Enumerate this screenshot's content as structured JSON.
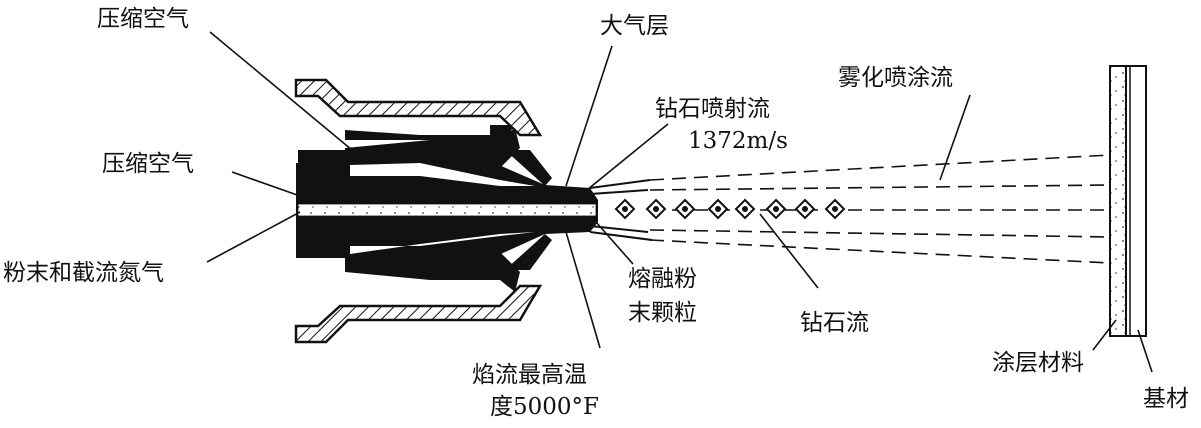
{
  "labels": {
    "compressed_air_top": "压缩空气",
    "compressed_air_side": "压缩空气",
    "powder_nitrogen": "粉末和截流氮气",
    "atmosphere_layer": "大气层",
    "diamond_jet": "钻石喷射流",
    "jet_speed": "1372m/s",
    "atomized_spray": "雾化喷涂流",
    "molten_powder_line1": "熔融粉",
    "molten_powder_line2": "末颗粒",
    "diamond_stream": "钻石流",
    "flame_temp_line1": "焰流最高温",
    "flame_temp_line2": "度5000°F",
    "coating_material": "涂层材料",
    "substrate": "基材"
  },
  "colors": {
    "ink": "#111111",
    "background": "#ffffff"
  }
}
